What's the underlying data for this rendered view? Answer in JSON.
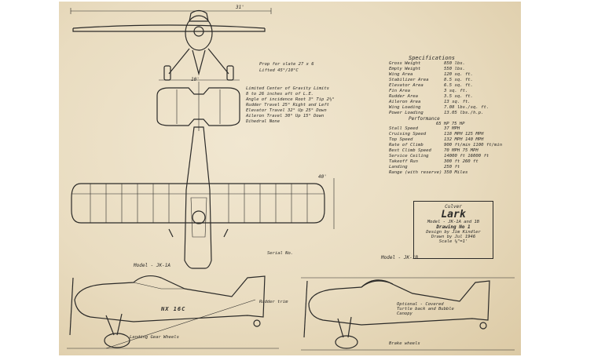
{
  "top_dim": "31'",
  "wing_dim": "40'",
  "tail_dim": "10'",
  "prop_note": [
    "Prop for slate 27 x 6",
    "Lifted 45°/10°C"
  ],
  "stab_notes": [
    "Limited Center of Gravity Limits",
    "8 to 26 inches aft of L.E.",
    "Angle of incidence Root 3° Tip 2½°",
    "Rudder Travel 25° Right and Left",
    "Elevator Travel 32° Up 25° Down",
    "Aileron Travel 30° Up 15° Down",
    "Dihedral None"
  ],
  "spec_title": "Specifications",
  "specs": [
    [
      "Gross Weight",
      "850 lbs."
    ],
    [
      "Empty Weight",
      "550 lbs."
    ],
    [
      "Wing Area",
      "120 sq. ft."
    ],
    [
      "Stabilizer Area",
      "8.5 sq. ft."
    ],
    [
      "Elevator Area",
      "6.5 sq. ft."
    ],
    [
      "Fin Area",
      "3 sq. ft."
    ],
    [
      "Rudder Area",
      "3.5 sq. ft."
    ],
    [
      "Aileron Area",
      "13 sq. ft."
    ],
    [
      "Wing Loading",
      "7.08 lbs./sq. ft."
    ],
    [
      "Power Loading",
      "13.05 lbs./h.p."
    ]
  ],
  "perf_title": "Performance",
  "perf_sub": "65 HP  75 HP",
  "perf": [
    [
      "Stall Speed",
      "37 MPH"
    ],
    [
      "Cruising Speed",
      "118 MPH  125 MPH"
    ],
    [
      "Top Speed",
      "132 MPH  140 MPH"
    ],
    [
      "Rate of Climb",
      "900 ft/min  1100 ft/min"
    ],
    [
      "Best Climb Speed",
      "70 MPH  75 MPH"
    ],
    [
      "Service Ceiling",
      "14000 ft  16000 ft"
    ],
    [
      "Takeoff Run",
      "300 ft  260 ft"
    ],
    [
      "Landing",
      "250 ft"
    ],
    [
      "Range (with reserve)",
      "350 Miles"
    ]
  ],
  "title_box": [
    "Culver",
    "Lark",
    "Model - JK-1A and 1B",
    "Drawing No 1",
    "Design by Jim Kindler",
    "Drawn by Jul 1946",
    "Scale ⅛\"=1'"
  ],
  "label_1a": "Model - JK-1A",
  "label_serial": "Serial No.",
  "label_1b": "Model - JK-1B",
  "label_wheels": "Landing Gear Wheels",
  "label_cockpit": "Optional - Covered Turtle back and Bubble Canopy",
  "label_whal": "Rudder trim",
  "label_brakes": "Brake wheels",
  "reg": "NX 16C"
}
